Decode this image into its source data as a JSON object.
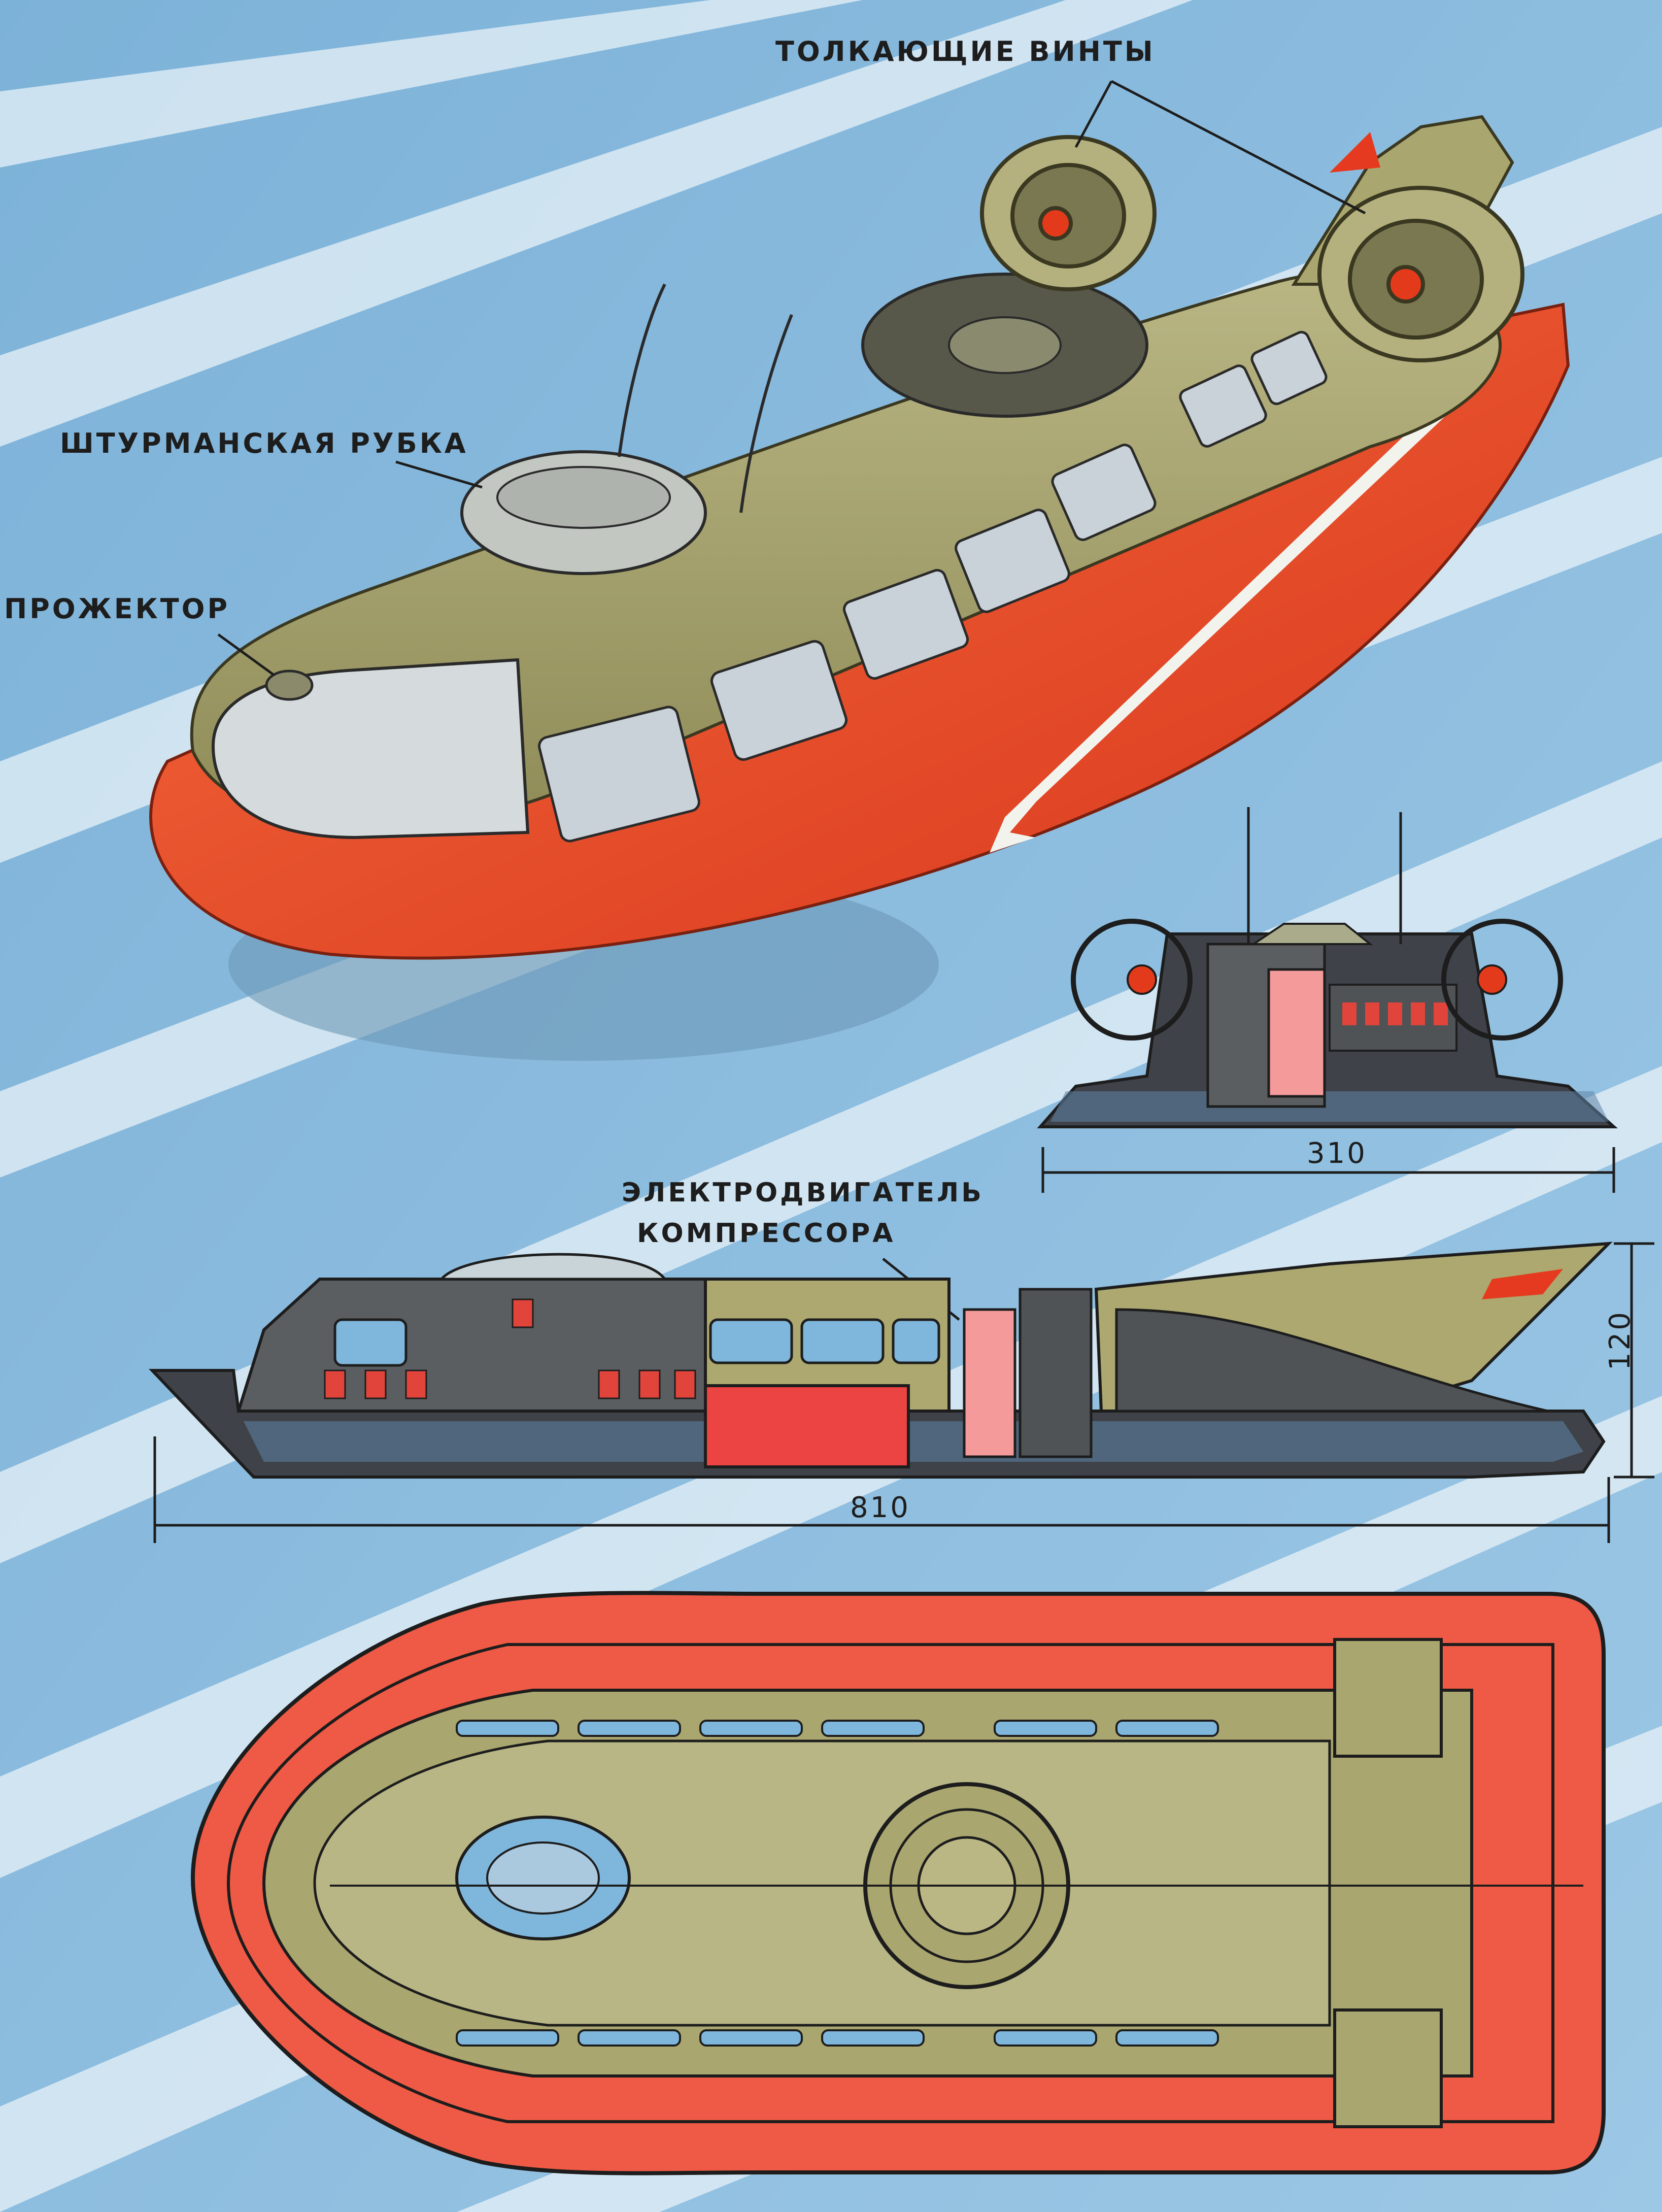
{
  "callouts": {
    "pushing_propellers": "ТОЛКАЮЩИЕ ВИНТЫ",
    "navigation_cabin": "ШТУРМАНСКАЯ РУБКА",
    "searchlight": "ПРОЖЕКТОР",
    "compressor_motor_line1": "ЭЛЕКТРОДВИГАТЕЛЬ",
    "compressor_motor_line2": "КОМПРЕССОРА"
  },
  "dimensions": {
    "width": "310",
    "length": "810",
    "height": "120"
  },
  "colors": {
    "sky": "#7fb6dc",
    "streak": "#e4eff6",
    "hull_red": "#ef4a25",
    "hull_red_plan": "#ee5a45",
    "body_olive": "#a7a36d",
    "dark_hull": "#3f4349",
    "window_blue": "#7fb6dc",
    "seat_red": "#e0443a",
    "ink": "#1d1d1d"
  }
}
